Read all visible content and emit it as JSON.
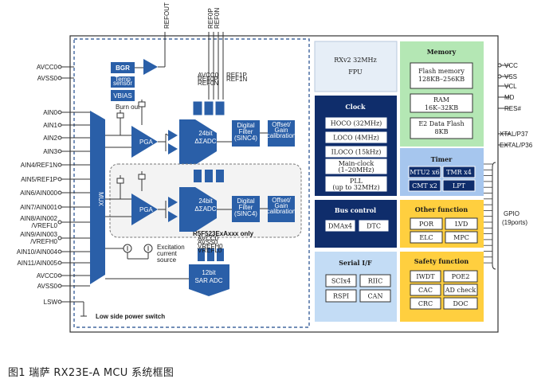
{
  "caption": "图1 瑞萨 RX23E-A MCU 系统框图",
  "top_pins": {
    "refout": "REFOUT",
    "ref0p": "REF0P",
    "ref0n": "REF0N"
  },
  "left_pins": [
    "AVCC0",
    "AVSS0",
    "AIN0",
    "AIN1",
    "AIN2",
    "AIN3",
    "AIN4/REF1N",
    "AIN5/REF1P",
    "AIN6/AIN000",
    "AIN7/AIN001",
    "AIN8/AIN002\n/VREFL0",
    "AIN9/AIN003\n/VREFH0",
    "AIN10/AIN004",
    "AIN11/AIN005",
    "AVCC0",
    "AVSS0",
    "LSW"
  ],
  "right_pins": {
    "vcc": "VCC",
    "vss": "VSS",
    "vcl": "VCL",
    "md": "MD",
    "res": "RES#",
    "xtal": "XTAL/P37",
    "extal": "EXTAL/P36",
    "gpio": "GPIO",
    "gpio_ports": "(19ports)"
  },
  "analog": {
    "bgr": "BGR",
    "temp": "Temp\nsensor",
    "vbias": "VBIAS",
    "burnout": "Burn out",
    "pga": "PGA",
    "adc24": "24bit\nΔΣADC",
    "filter": "Digital\nFilter\n(SINC4)",
    "calib": "Offset/\nGain\ncalibration",
    "mux": "MUX",
    "only": "R5F523ExAxxx only",
    "excitation": "Excitation\ncurrent\nsource",
    "sar": "12bit\nSAR ADC",
    "lsw_text": "Low side power switch",
    "ref_in0": "AVCC0\nREF0P\nREF0N",
    "ref_in1": "AVCC0\nREF1P\nREF1N",
    "ref_top": "REF1P\nREF1N",
    "sar_ref": "AVCC0\nAVSS0\nVREFH0\nVREFL0"
  },
  "cpu": {
    "line1": "RXv2 32MHz",
    "line2": "FPU"
  },
  "memory": {
    "title": "Memory",
    "flash": "Flash memory\n128KB–256KB",
    "ram": "RAM\n16K–32KB",
    "e2": "E2 Data Flash\n8KB"
  },
  "clock": {
    "title": "Clock",
    "items": [
      "HOCO (32MHz)",
      "LOCO (4MHz)",
      "ILOCO (15kHz)",
      "Main-clock\n(1–20MHz)",
      "PLL\n(up to 32MHz)"
    ]
  },
  "timer": {
    "title": "Timer",
    "items": [
      "MTU2 x6",
      "TMR x4",
      "CMT x2",
      "LPT"
    ]
  },
  "bus": {
    "title": "Bus control",
    "items": [
      "DMAx4",
      "DTC"
    ]
  },
  "other": {
    "title": "Other function",
    "items": [
      "POR",
      "LVD",
      "ELC",
      "MPC"
    ]
  },
  "serial": {
    "title": "Serial I/F",
    "items": [
      "SCIx4",
      "RIIC",
      "RSPI",
      "CAN"
    ]
  },
  "safety": {
    "title": "Safety function",
    "items": [
      "IWDT",
      "POE2",
      "CAC",
      "AD check",
      "CRC",
      "DOC"
    ]
  },
  "colors": {
    "analog_blue": "#2a5fa8",
    "dark_navy": "#0f2d6b",
    "timer_blue": "#a6c6ee",
    "memory_green": "#b4e7b4",
    "other_yellow": "#ffcf3f",
    "serial_blue": "#c3dcf5",
    "cpu_gray": "#e6eef7"
  }
}
